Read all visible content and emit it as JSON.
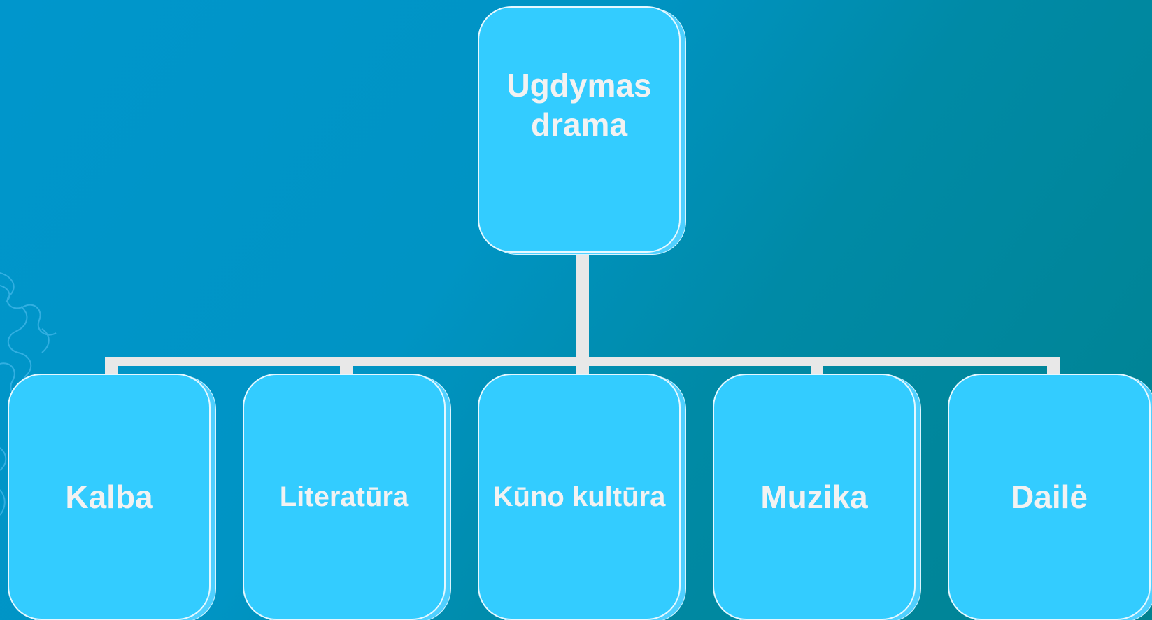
{
  "diagram": {
    "root": {
      "label": "Ugdymas drama"
    },
    "children": [
      {
        "label": "Kalba"
      },
      {
        "label": "Literatūra"
      },
      {
        "label": "Kūno kultūra"
      },
      {
        "label": "Muzika"
      },
      {
        "label": "Dailė"
      }
    ]
  },
  "colors": {
    "background_start": "#0096cc",
    "background_end": "#008290",
    "node_fill": "#33ccff",
    "node_border": "#e6f8ff",
    "connector": "#e8e8e8",
    "label": "#f2f2f2"
  }
}
